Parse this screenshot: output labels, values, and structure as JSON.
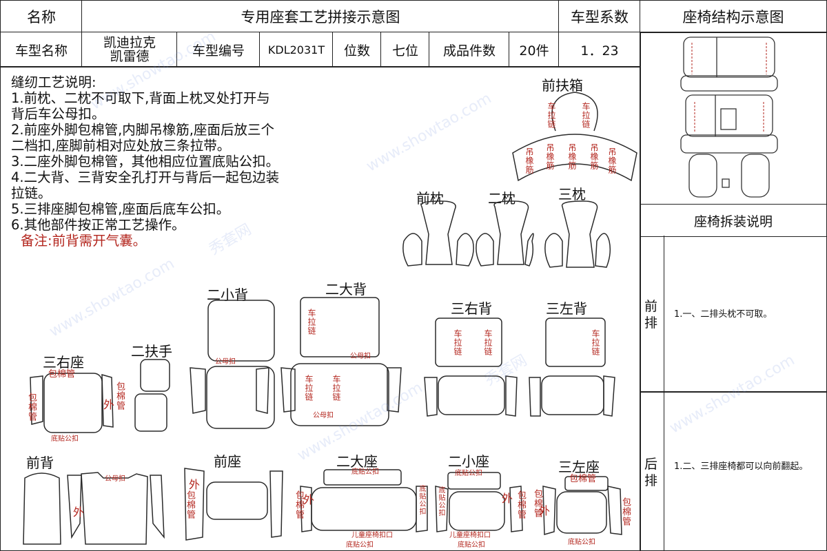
{
  "header": {
    "name_label": "名称",
    "title": "专用座套工艺拼接示意图",
    "coef_label": "车型系数",
    "struct_title": "座椅结构示意图"
  },
  "info_row": {
    "model_name_label": "车型名称",
    "model_name": "凯迪拉克凯雷德",
    "model_code_label": "车型编号",
    "model_code": "KDL2031T",
    "seats_label": "位数",
    "seats": "七位",
    "pieces_label": "成品件数",
    "pieces": "20件",
    "coef": "1．23"
  },
  "notes": {
    "heading": "缝纫工艺说明:",
    "lines": [
      "1.前枕、二枕不可取下,背面上枕叉处打开与",
      "背后车公母扣。",
      "2.前座外脚包棉管,内脚吊橡筋,座面后放三个",
      "二档扣,座脚前相对应处放三条拉带。",
      "3.二座外脚包棉管，其他相应位置底贴公扣。",
      "4.二大背、三背安全孔打开与背后一起包边装",
      "拉链。",
      "5.三排座脚包棉管,座面后底车公扣。",
      "6.其他部件按正常工艺操作。"
    ],
    "remark": "备注:前背需开气囊。"
  },
  "pieces": {
    "front_armrest": "前扶箱",
    "front_pillow": "前枕",
    "second_pillow": "二枕",
    "third_pillow": "三枕",
    "second_small_back": "二小背",
    "second_big_back": "二大背",
    "third_right_back": "三右背",
    "third_left_back": "三左背",
    "third_right_seat": "三右座",
    "second_armrest": "二扶手",
    "front_back": "前背",
    "front_seat": "前座",
    "second_big_seat": "二大座",
    "second_small_seat": "二小座",
    "third_left_seat": "三左座"
  },
  "marks": {
    "zipper": "车拉链",
    "elastic": "吊橡筋",
    "cotton_tube": "包棉管",
    "outer": "外",
    "bottom_male": "底贴公扣",
    "male_female": "公母扣",
    "child_seat": "儿童座椅扣口",
    "bottom_male_v": "底贴公扣"
  },
  "right_panel": {
    "disassembly_title": "座椅拆装说明",
    "front_row_label": "前排",
    "front_row_text": "1.一、二排头枕不可取。",
    "rear_row_label": "后排",
    "rear_row_text": "1.二、三排座椅都可以向前翻起。"
  },
  "watermarks": [
    "www.showtao.com",
    "秀套网"
  ]
}
